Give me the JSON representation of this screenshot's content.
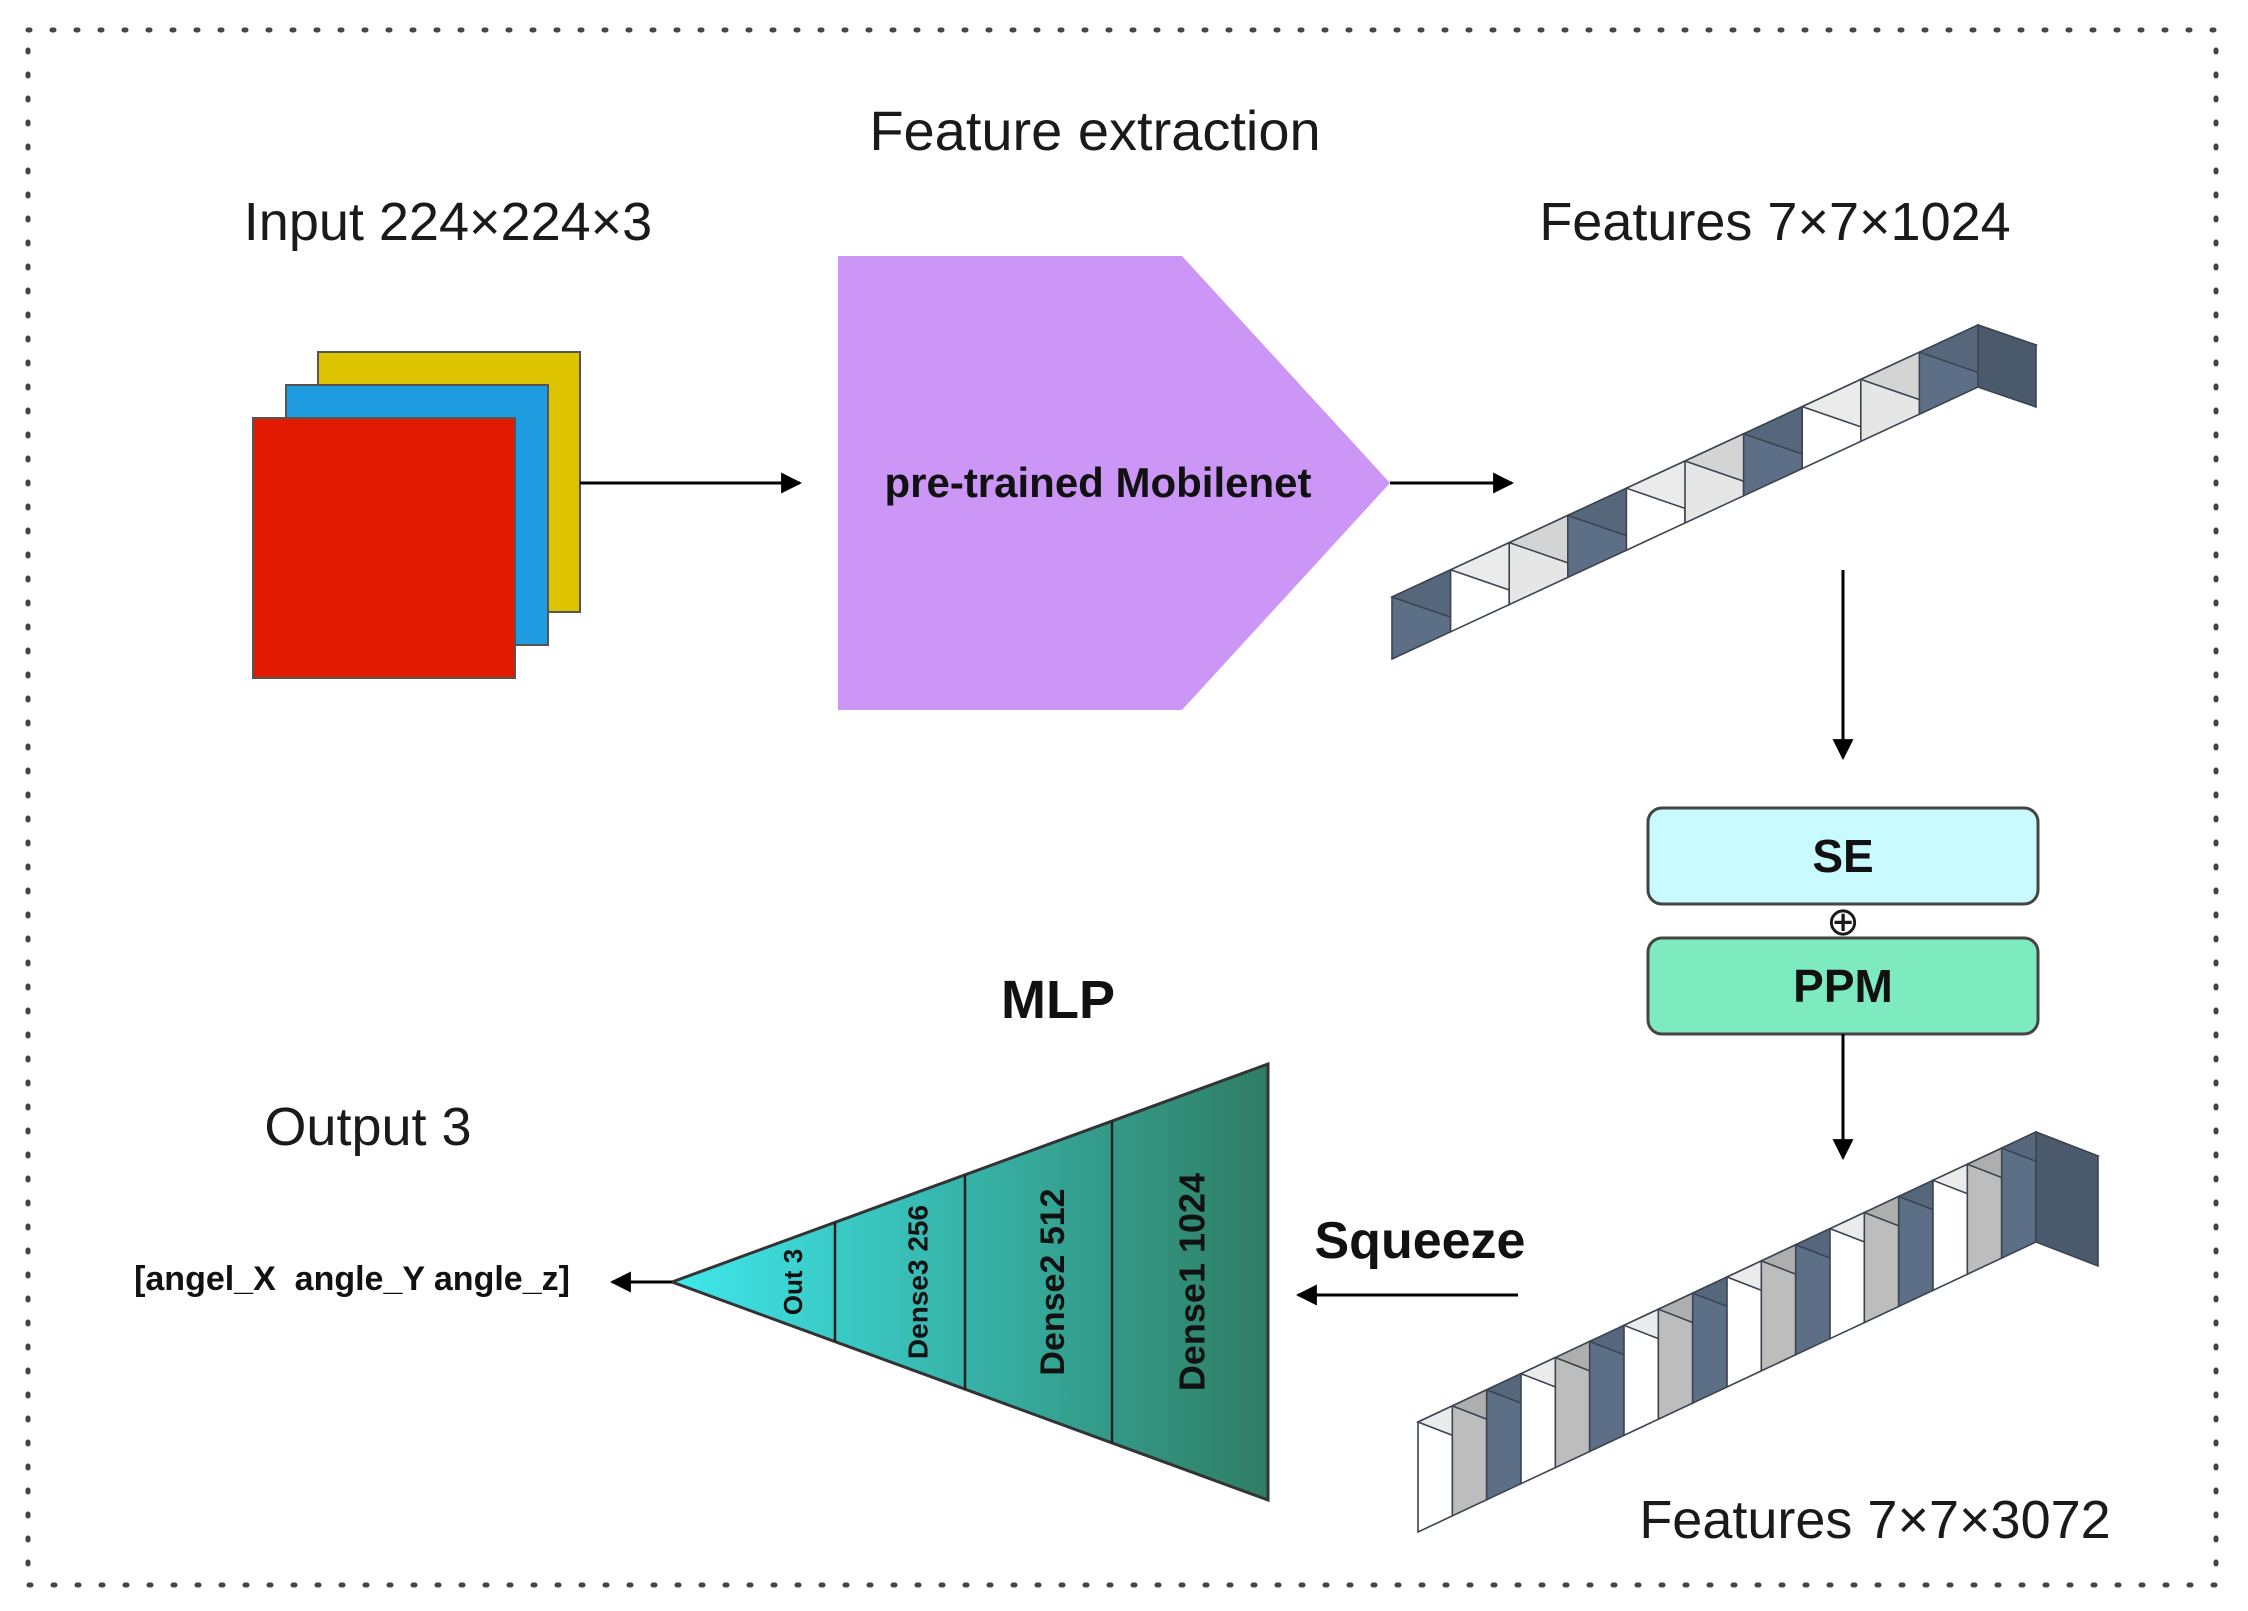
{
  "labels": {
    "feature_extraction": "Feature extraction",
    "input": "Input 224×224×3",
    "features_1024": "Features 7×7×1024",
    "backbone": "pre-trained Mobilenet",
    "se": "SE",
    "plus": "⊕",
    "ppm": "PPM",
    "features_3072": "Features 7×7×3072",
    "squeeze": "Squeeze",
    "mlp": "MLP",
    "output": "Output 3",
    "output_vector": "[angel_X  angle_Y angle_z]"
  },
  "mlp_layers": [
    "Out 3",
    "Dense3 256",
    "Dense2 512",
    "Dense1 1024"
  ],
  "colors": {
    "input_red": "#e31a02",
    "input_blue": "#1f9be0",
    "input_yellow": "#ddc300",
    "backbone": "#cc96f7",
    "se_fill": "#c9faff",
    "ppm_fill": "#7eeac0",
    "cube_dark": "#5d6f86",
    "cube_light": "#e6e6e6",
    "cube_white": "#ffffff",
    "cube_gray": "#bdbdbd",
    "mlp_start": "#3fe8ec",
    "mlp_end": "#2f7d63"
  },
  "bars": {
    "bar_1024": [
      "dark",
      "white",
      "light",
      "dark",
      "white",
      "light",
      "dark",
      "white",
      "light",
      "dark"
    ],
    "bar_3072": [
      "white",
      "gray",
      "dark",
      "white",
      "gray",
      "dark",
      "white",
      "gray",
      "dark",
      "white",
      "gray",
      "dark",
      "white",
      "gray",
      "dark",
      "white",
      "gray",
      "dark"
    ]
  }
}
